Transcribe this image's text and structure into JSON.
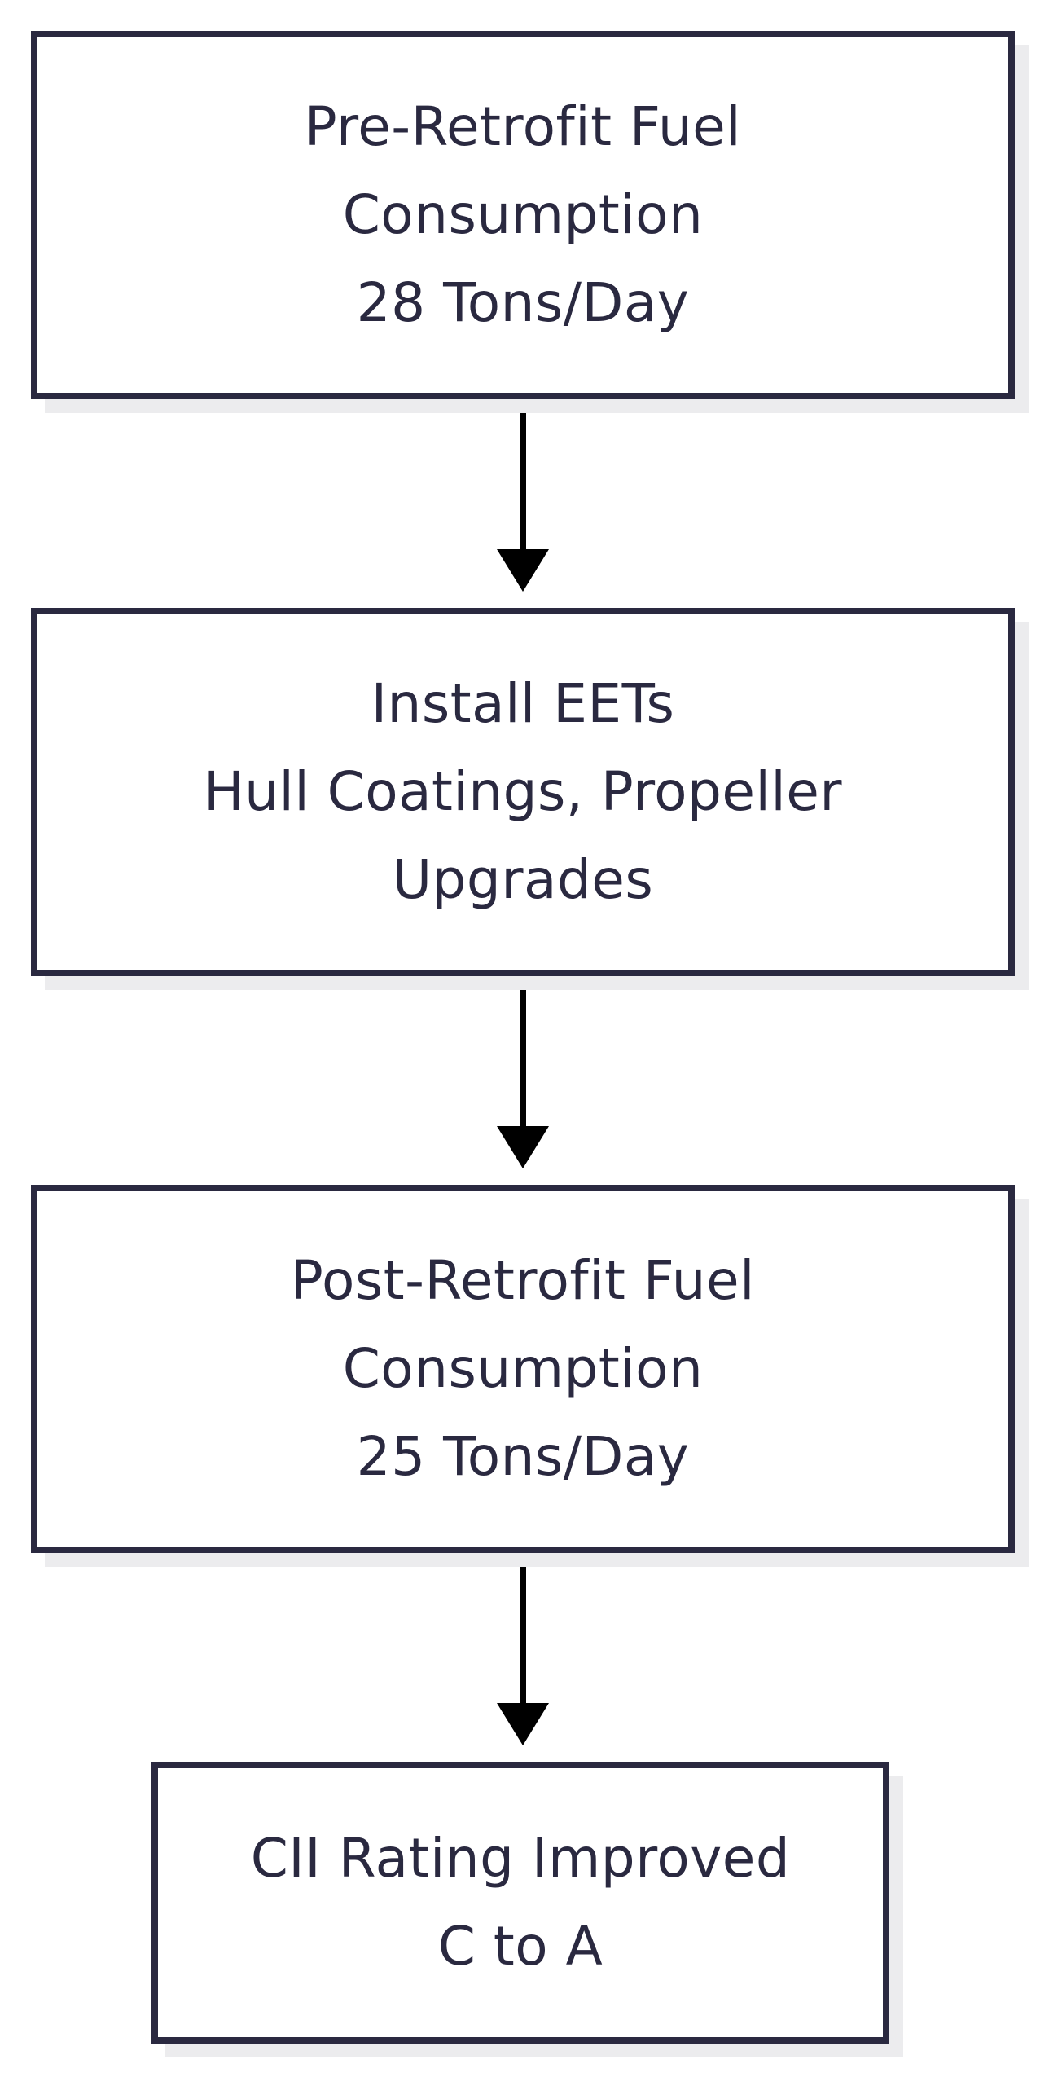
{
  "diagram": {
    "type": "flowchart",
    "direction": "top-to-bottom",
    "nodes": [
      {
        "id": "pre",
        "lines": [
          "Pre-Retrofit Fuel",
          "Consumption",
          "28 Tons/Day"
        ]
      },
      {
        "id": "install",
        "lines": [
          "Install EETs",
          "Hull Coatings, Propeller",
          "Upgrades"
        ]
      },
      {
        "id": "post",
        "lines": [
          "Post-Retrofit Fuel",
          "Consumption",
          "25 Tons/Day"
        ]
      },
      {
        "id": "cii",
        "lines": [
          "CII Rating Improved",
          "C to A"
        ]
      }
    ],
    "edges": [
      {
        "from": "pre",
        "to": "install"
      },
      {
        "from": "install",
        "to": "post"
      },
      {
        "from": "post",
        "to": "cii"
      }
    ]
  },
  "colors": {
    "border": "#2a2940",
    "text": "#2a2940",
    "shadow": "#ececee",
    "arrow": "#000000",
    "background": "#ffffff"
  }
}
